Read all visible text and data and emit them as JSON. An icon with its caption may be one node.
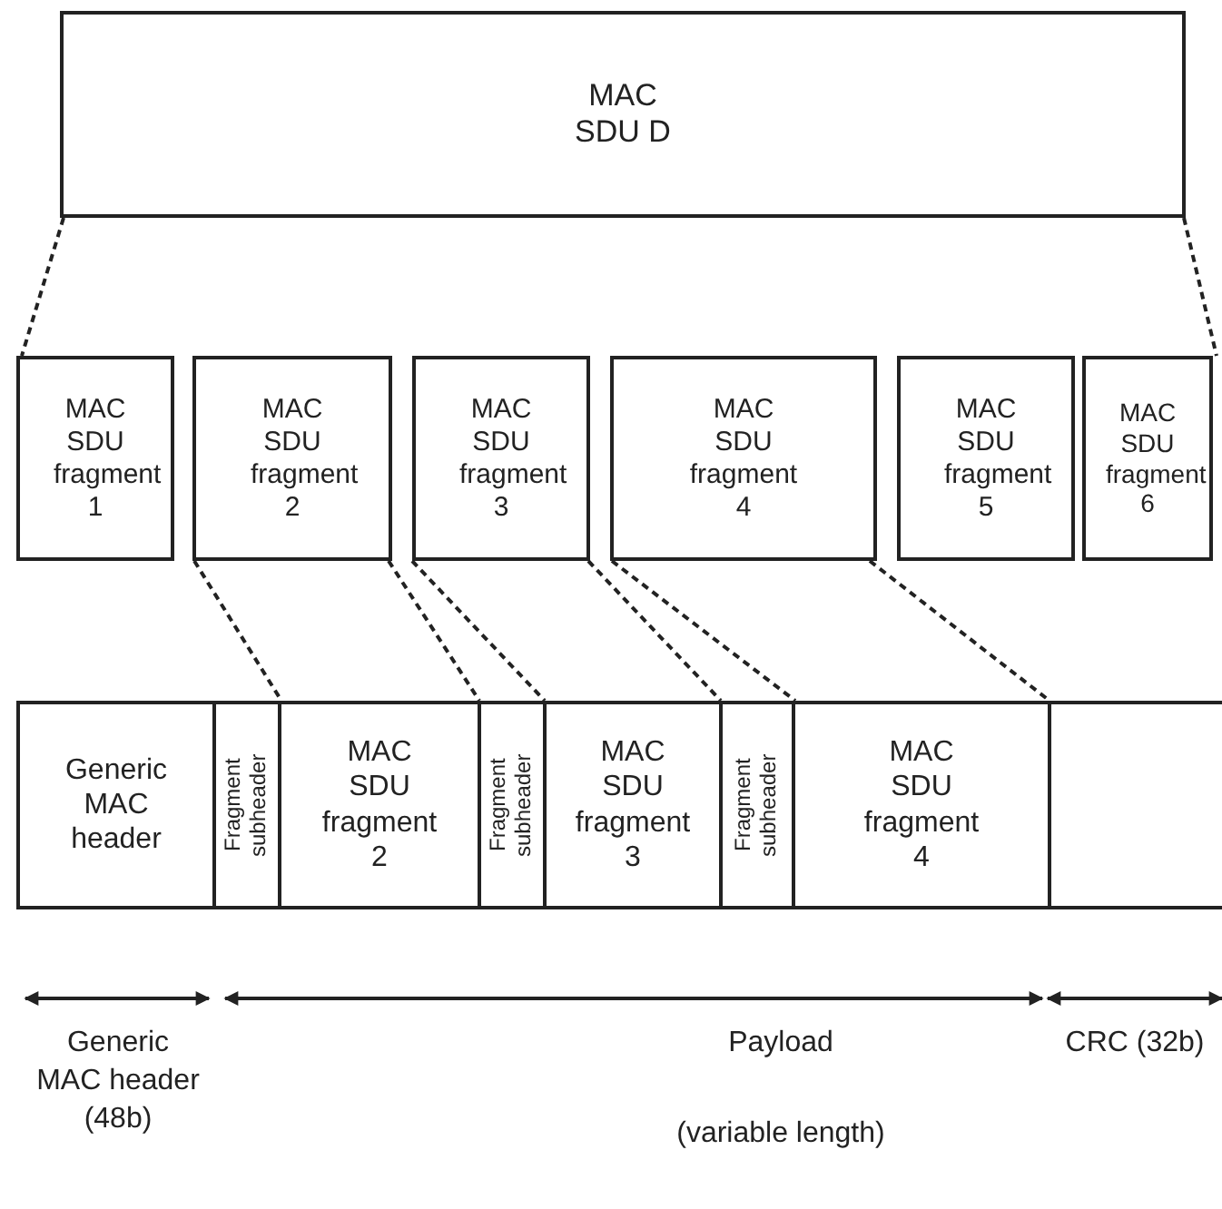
{
  "diagram": {
    "nodes": [
      {
        "text": [
          "MAC SDU D"
        ]
      },
      {
        "text": [
          "MAC SDU fragment 1"
        ]
      },
      {
        "text": [
          "MAC SDU fragment 2"
        ]
      },
      {
        "text": [
          "MAC SDU fragment 3"
        ]
      },
      {
        "text": [
          "MAC SDU fragment 4"
        ]
      },
      {
        "text": [
          "MAC SDU fragment 5"
        ]
      },
      {
        "text": [
          "MAC SDU fragment 6"
        ]
      },
      {
        "text": [
          "Generic MAC header"
        ]
      },
      {
        "text": [
          "Fragment subheader"
        ]
      },
      {
        "text": [
          "MAC SDU fragment 2"
        ]
      },
      {
        "text": [
          "Fragment subheader"
        ]
      },
      {
        "text": [
          "MAC SDU fragment 3"
        ]
      },
      {
        "text": [
          "Fragment subheader"
        ]
      },
      {
        "text": [
          "MAC SDU fragment 4"
        ]
      },
      {
        "text": [],
        "shape": "box"
      }
    ],
    "edges": [
      {
        "from": 0,
        "to": 1,
        "arrow": "none",
        "style": "dashed"
      },
      {
        "from": 0,
        "to": 6,
        "arrow": "none",
        "style": "dashed"
      },
      {
        "from": 2,
        "to": 9,
        "arrow": "none",
        "style": "dashed"
      },
      {
        "from": 2,
        "to": 9,
        "arrow": "none",
        "style": "dashed"
      },
      {
        "from": 3,
        "to": 11,
        "arrow": "none",
        "style": "dashed"
      },
      {
        "from": 3,
        "to": 11,
        "arrow": "none",
        "style": "dashed"
      },
      {
        "from": 4,
        "to": 13,
        "arrow": "none",
        "style": "dashed"
      },
      {
        "from": 4,
        "to": 13,
        "arrow": "none",
        "style": "dashed"
      }
    ],
    "labels": [
      "Generic MAC header (48b)",
      "Payload",
      "(variable length)",
      "CRC (32b)"
    ]
  }
}
